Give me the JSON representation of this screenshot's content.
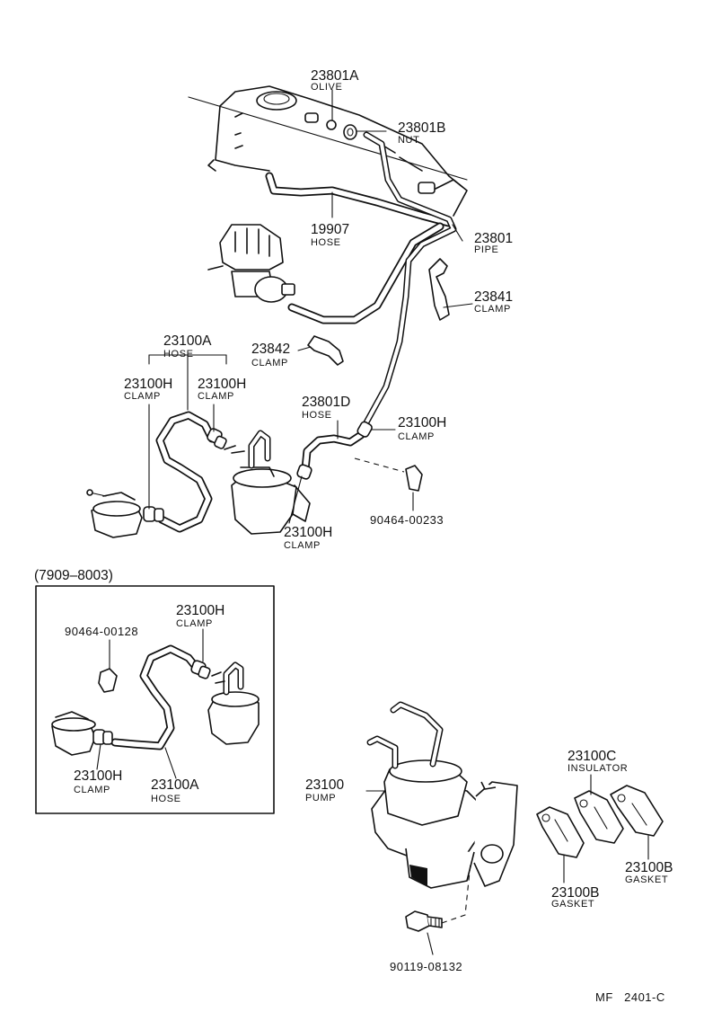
{
  "labels": {
    "p23801A": "23801A",
    "n23801A": "OLIVE",
    "p23801B": "23801B",
    "n23801B": "NUT",
    "p19907": "19907",
    "n19907": "HOSE",
    "p23801": "23801",
    "n23801": "PIPE",
    "p23841": "23841",
    "n23841": "CLAMP",
    "p23842": "23842",
    "n23842": "CLAMP",
    "p23100A_top": "23100A",
    "n23100A_top": "HOSE",
    "p23100H_a": "23100H",
    "n23100H_a": "CLAMP",
    "p23100H_b": "23100H",
    "n23100H_b": "CLAMP",
    "p23801D": "23801D",
    "n23801D": "HOSE",
    "p23100H_c": "23100H",
    "n23100H_c": "CLAMP",
    "p23100H_d": "23100H",
    "n23100H_d": "CLAMP",
    "p90464_00233": "90464-00233",
    "inset_range": "(7909–8003)",
    "p90464_00128": "90464-00128",
    "p23100H_e": "23100H",
    "n23100H_e": "CLAMP",
    "p23100H_f": "23100H",
    "n23100H_f": "CLAMP",
    "p23100A_inset": "23100A",
    "n23100A_inset": "HOSE",
    "p23100": "23100",
    "n23100": "PUMP",
    "p23100C": "23100C",
    "n23100C": "INSULATOR",
    "p23100B_a": "23100B",
    "n23100B_a": "GASKET",
    "p23100B_b": "23100B",
    "n23100B_b": "GASKET",
    "p90119": "90119-08132",
    "ref_code": "MF   2401-C"
  }
}
